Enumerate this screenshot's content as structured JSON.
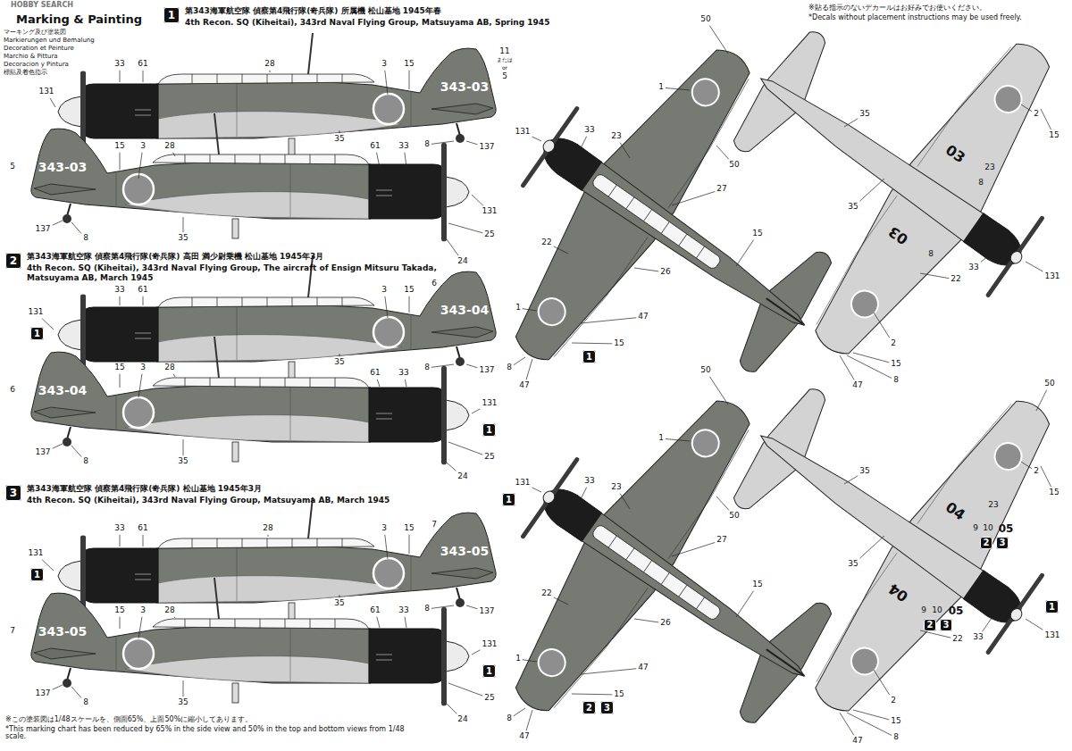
{
  "diagram": {
    "title": "Marking & Painting",
    "nodes": [
      {
        "text": [
          "1",
          "第343海軍航空隊 偵察第4飛行隊(奇兵隊) 所属機 松山基地 1945年春",
          "4th Recon. SQ (Kiheitai), 343rd Naval Flying Group, Matsuyama AB, Spring 1945"
        ]
      },
      {
        "text": [
          "2",
          "第343海軍航空隊 偵察第4飛行隊(奇兵隊) 高田 満少尉乗機 松山基地 1945年3月",
          "4th Recon. SQ (Kiheitai), 343rd Naval Flying Group, The aircraft of Ensign Mitsuru Takada, Matsuyama AB, March 1945"
        ]
      },
      {
        "text": [
          "3",
          "第343海軍航空隊 偵察第4飛行隊(奇兵隊) 松山基地 1945年3月",
          "4th Recon. SQ (Kiheitai), 343rd Naval Flying Group, Matsuyama AB, March 1945"
        ]
      },
      {
        "text": [
          "1"
        ]
      },
      {
        "text": [
          "2"
        ]
      },
      {
        "text": [
          "3"
        ]
      },
      {
        "text": [
          "2"
        ]
      },
      {
        "text": [
          "3"
        ]
      },
      {
        "text": [
          "2"
        ]
      },
      {
        "text": [
          "3"
        ]
      },
      {
        "text": [
          "1"
        ]
      },
      {
        "text": [
          "1"
        ]
      },
      {
        "text": [
          "1"
        ]
      },
      {
        "text": [
          "1"
        ]
      },
      {
        "text": [
          "1"
        ]
      },
      {
        "text": [
          "1"
        ]
      }
    ],
    "labels": [
      "HOBBY SEARCH",
      "マーキング及び塗装図",
      "Markierungen und Bemalung",
      "Decoration et Peinture",
      "Marchio & Pittura",
      "Decoracion y Pintura",
      "標貼及着色指示",
      "※貼る指示のないデカールはお好みでお使いください。",
      "*Decals without placement instructions may be used freely.",
      "※この塗装図は1/48スケールを、側面65%、上面50%に縮小してあります。",
      "*This marking chart has been reduced by 65% in the side view and 50% in the top and bottom views from 1/48 scale.",
      "131",
      "33",
      "61",
      "28",
      "3",
      "15",
      "11",
      "または",
      "or",
      "5",
      "343-03",
      "35",
      "8",
      "137",
      "5",
      "343-03",
      "15",
      "3",
      "28",
      "61",
      "33",
      "131",
      "25",
      "24",
      "137",
      "8",
      "35",
      "131",
      "33",
      "61",
      "3",
      "15",
      "6",
      "343-04",
      "35",
      "8",
      "137",
      "6",
      "343-04",
      "15",
      "3",
      "28",
      "61",
      "33",
      "131",
      "25",
      "24",
      "137",
      "8",
      "35",
      "131",
      "33",
      "61",
      "28",
      "3",
      "15",
      "7",
      "343-05",
      "35",
      "8",
      "137",
      "7",
      "343-05",
      "15",
      "3",
      "28",
      "61",
      "33",
      "131",
      "25",
      "24",
      "137",
      "8",
      "35",
      "50",
      "1",
      "131",
      "33",
      "23",
      "50",
      "27",
      "22",
      "15",
      "26",
      "1",
      "47",
      "15",
      "8",
      "47",
      "50",
      "1",
      "131",
      "33",
      "23",
      "50",
      "27",
      "22",
      "15",
      "26",
      "1",
      "47",
      "15",
      "8",
      "47",
      "35",
      "2",
      "15",
      "23",
      "03",
      "8",
      "35",
      "03",
      "8",
      "33",
      "131",
      "22",
      "2",
      "15",
      "8",
      "47",
      "50",
      "35",
      "2",
      "15",
      "23",
      "04",
      "9",
      "10",
      "05",
      "35",
      "04",
      "9",
      "10",
      "05",
      "33",
      "131",
      "22",
      "2",
      "15",
      "8",
      "47"
    ]
  }
}
